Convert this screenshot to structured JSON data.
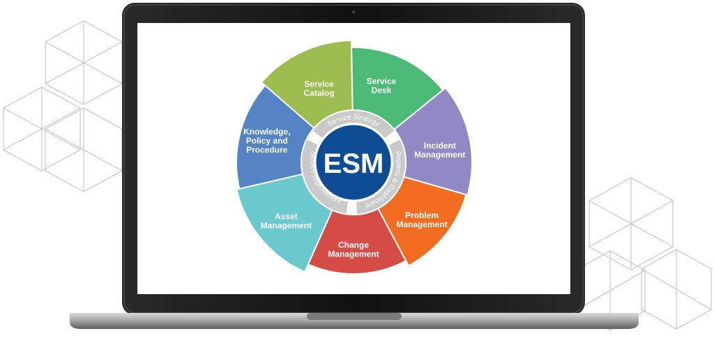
{
  "center": {
    "label": "ESM"
  },
  "ring": [
    {
      "label": "Service Strategy",
      "color": "#c9c9c9"
    },
    {
      "label": "Reports & Dashboard",
      "color": "#c9c9c9"
    },
    {
      "label": "Service Improvement",
      "color": "#c9c9c9"
    }
  ],
  "segments": [
    {
      "id": "service-catalog",
      "lines": [
        "Service",
        "Catalog"
      ],
      "color": "#9cbd4e"
    },
    {
      "id": "service-desk",
      "lines": [
        "Service",
        "Desk"
      ],
      "color": "#4dbb78"
    },
    {
      "id": "incident-management",
      "lines": [
        "Incident",
        "Management"
      ],
      "color": "#9189c6"
    },
    {
      "id": "problem-management",
      "lines": [
        "Problem",
        "Management"
      ],
      "color": "#f26c21"
    },
    {
      "id": "change-management",
      "lines": [
        "Change",
        "Management"
      ],
      "color": "#d54b46"
    },
    {
      "id": "asset-management",
      "lines": [
        "Asset",
        "Management"
      ],
      "color": "#69c9cc"
    },
    {
      "id": "knowledge-policy-procedure",
      "lines": [
        "Knowledge,",
        "Policy and",
        "Procedure"
      ],
      "color": "#5484c3"
    }
  ],
  "colors": {
    "center_fill": "#0e4c93",
    "center_border": "#ffffff",
    "laptop_frame": "#151515",
    "laptop_base": "#b8b8b8",
    "hex_lines": "#c8c8c8"
  }
}
